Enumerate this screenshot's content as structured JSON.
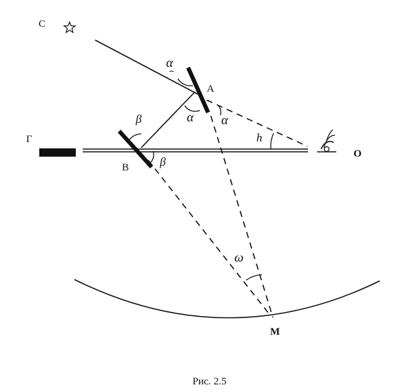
{
  "colors": {
    "ink": "#111111",
    "background": "#ffffff"
  },
  "labels": {
    "star_point": "C",
    "mirror_a": "A",
    "mirror_b": "B",
    "horizon_object": "Г",
    "observer": "O",
    "center_point": "M",
    "angle_alpha_incident": "α",
    "angle_alpha_reflect": "α",
    "angle_alpha_outside": "α",
    "angle_beta_top": "β",
    "angle_beta_bottom": "β",
    "angle_h": "h",
    "angle_omega": "ω"
  },
  "icons": {
    "star": "star-outline-icon",
    "eye": "eye-icon"
  },
  "caption": "Рис. 2.5"
}
